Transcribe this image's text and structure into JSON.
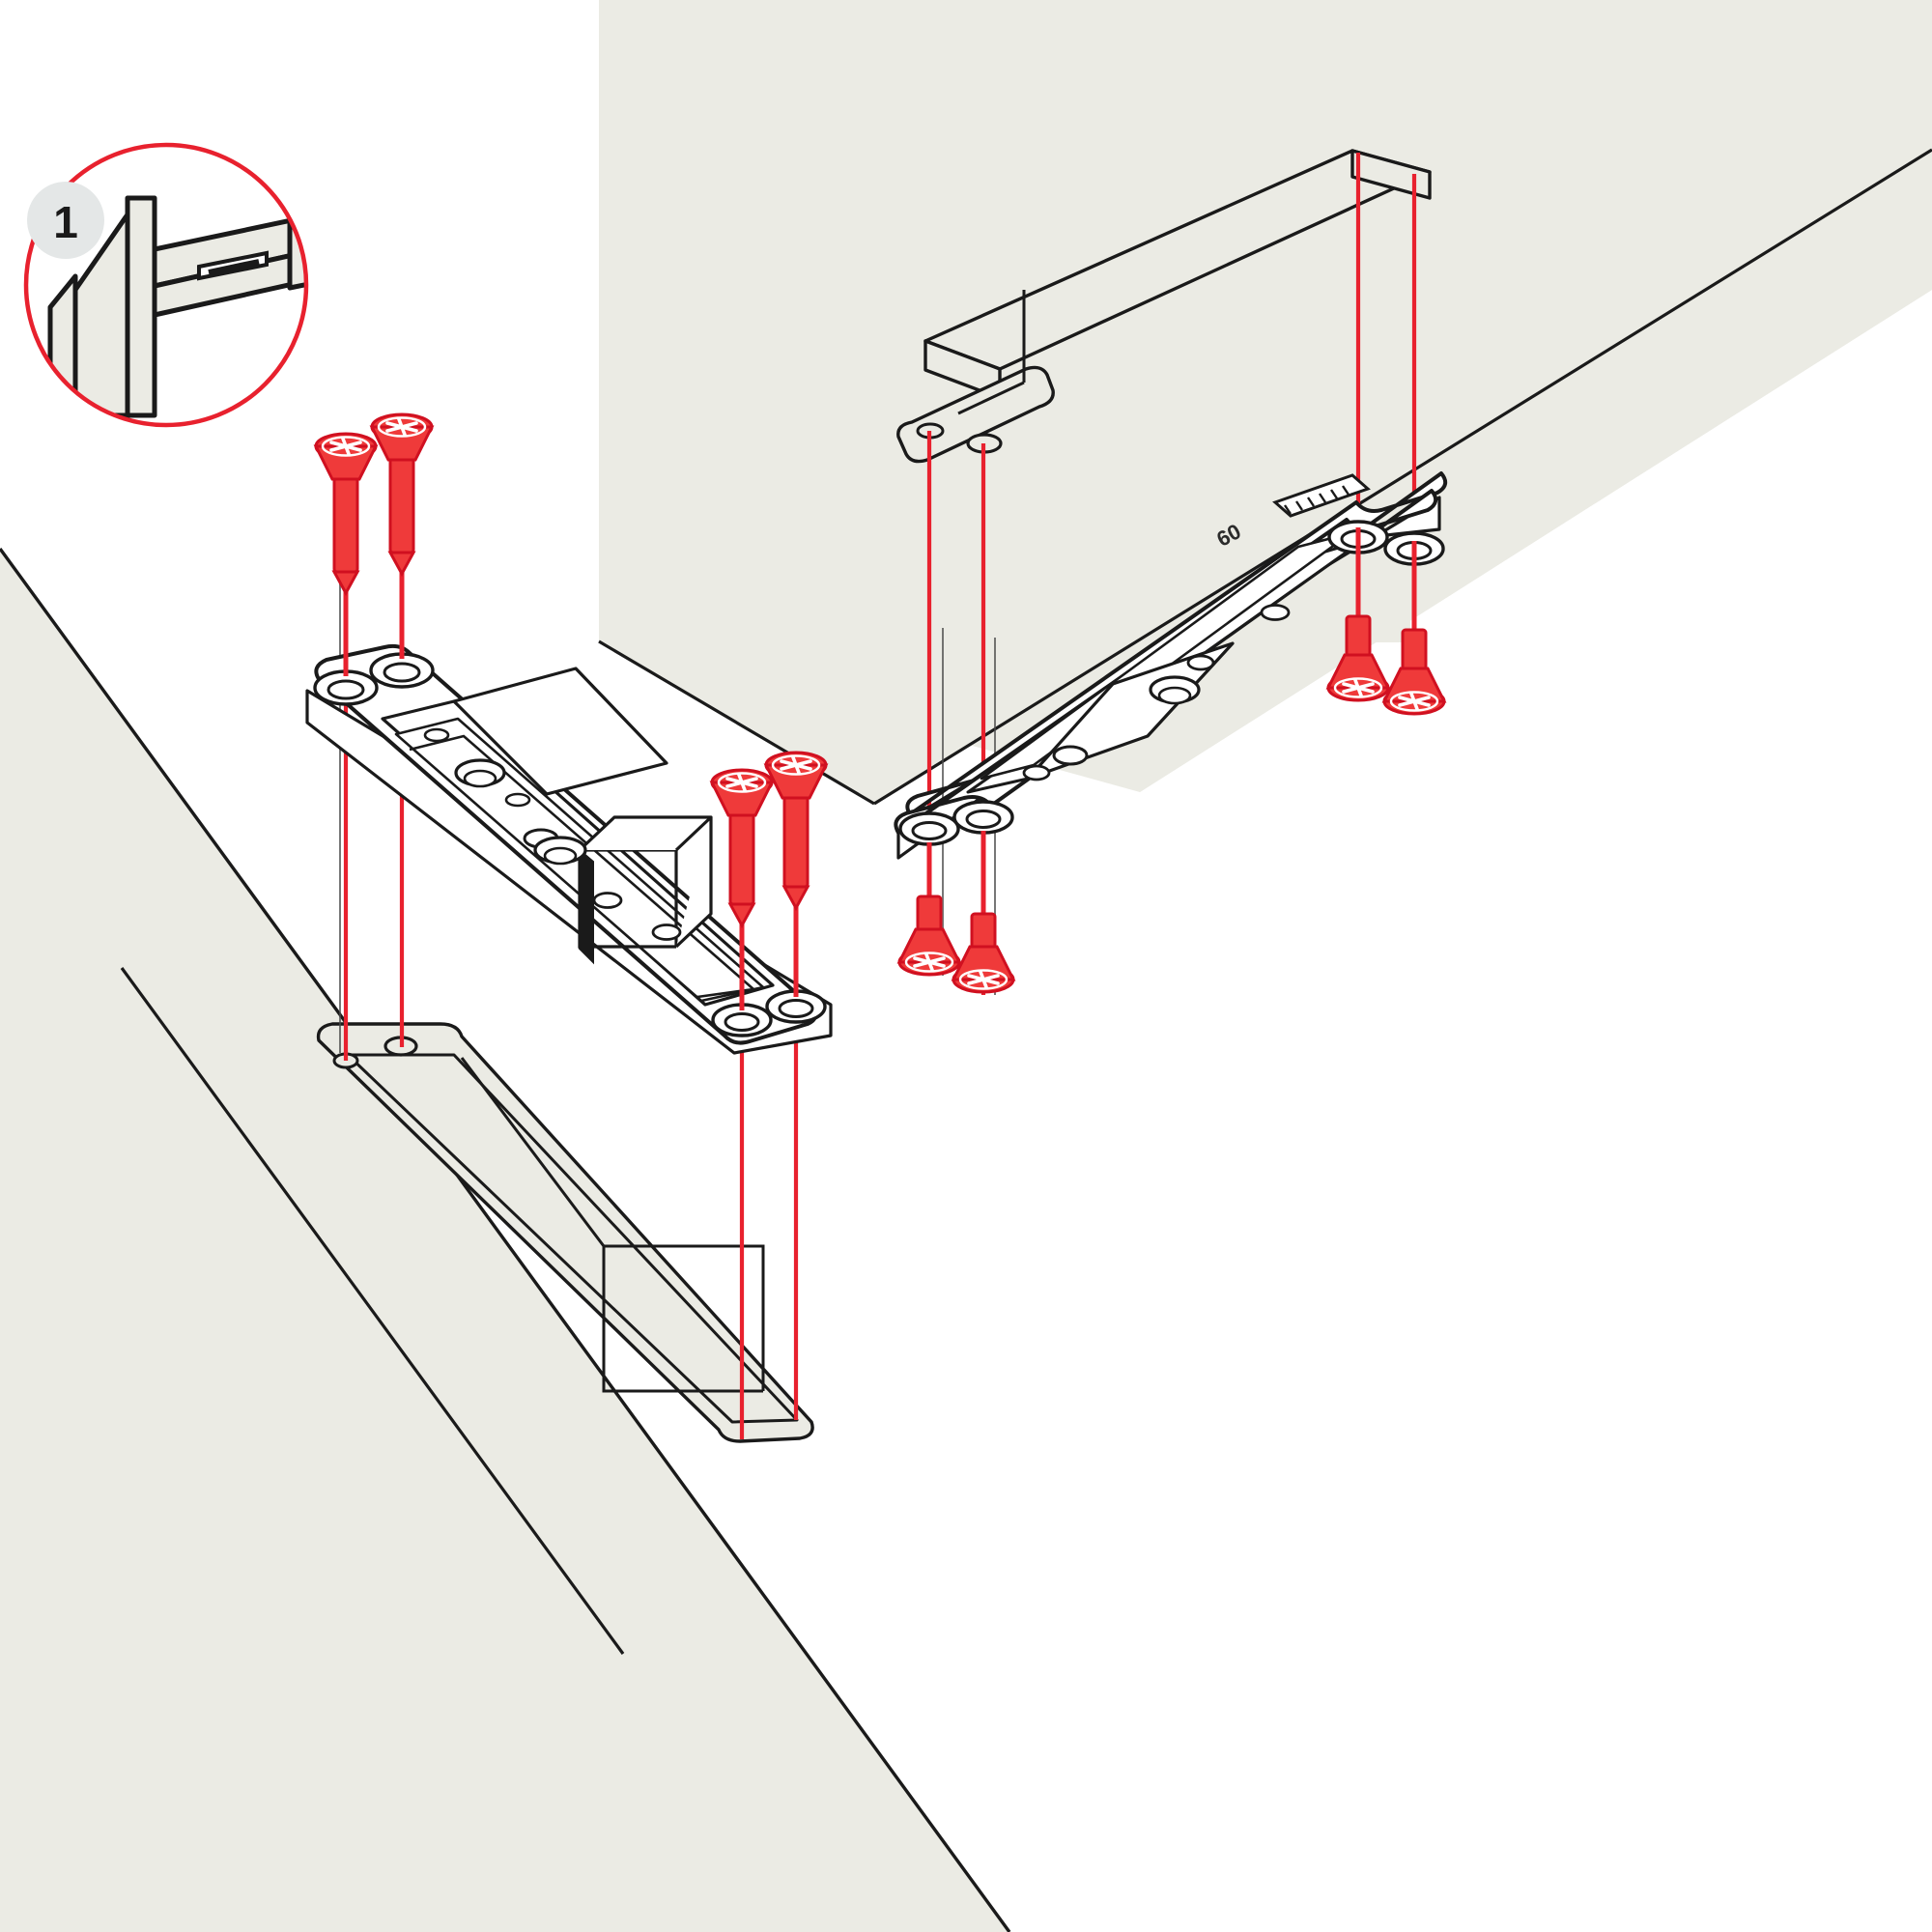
{
  "document": {
    "type": "exploded-assembly-installation-diagram",
    "subject": "Concealed door closer / hinge mounting plate installation",
    "background_color": "#ffffff",
    "panel_fill": "#ebebe4",
    "line_color": "#1a1a1a",
    "accent_color": "#e8212e",
    "screw_color": "#e8212e",
    "callout_badge_color": "#e4e7e7"
  },
  "callout": {
    "number": "1",
    "badge_name": "detail-callout-badge",
    "circle_label": "detail-view-circle",
    "description": "Cross-section detail of door leaf and frame profile engagement"
  },
  "markings": {
    "bracket_right_emboss": "60"
  },
  "parts": [
    {
      "id": "panel-upper-right",
      "name": "door-frame-panel-upper",
      "label": "Upper door frame panel (isometric)",
      "fill": "#ebebe4"
    },
    {
      "id": "panel-lower-left",
      "name": "door-leaf-panel-lower",
      "label": "Lower door leaf panel (isometric)",
      "fill": "#ebebe4"
    },
    {
      "id": "mortise-pocket-left",
      "name": "mortise-pocket-lower-left",
      "label": "Routed mortise pocket with two pilot holes"
    },
    {
      "id": "mortise-pocket-right",
      "name": "mortise-pocket-upper-right",
      "label": "Routed mortise pocket with two pilot holes"
    },
    {
      "id": "bracket-left",
      "name": "mounting-bracket-left",
      "label": "Left mounting bracket / closer body plate"
    },
    {
      "id": "bracket-right",
      "name": "mounting-bracket-right",
      "label": "Right mounting bracket / closer body plate"
    }
  ],
  "fasteners": [
    {
      "id": "screw-1",
      "name": "countersunk-screw-upper-left-a",
      "head": "pozidriv-countersunk",
      "color": "#e8212e"
    },
    {
      "id": "screw-2",
      "name": "countersunk-screw-upper-left-b",
      "head": "pozidriv-countersunk",
      "color": "#e8212e"
    },
    {
      "id": "screw-3",
      "name": "countersunk-screw-center-a",
      "head": "pozidriv-countersunk",
      "color": "#e8212e"
    },
    {
      "id": "screw-4",
      "name": "countersunk-screw-center-b",
      "head": "pozidriv-countersunk",
      "color": "#e8212e"
    },
    {
      "id": "screw-5",
      "name": "countersunk-screw-right-upper-a",
      "head": "pozidriv-countersunk",
      "color": "#e8212e"
    },
    {
      "id": "screw-6",
      "name": "countersunk-screw-right-upper-b",
      "head": "pozidriv-countersunk",
      "color": "#e8212e"
    },
    {
      "id": "screw-7",
      "name": "countersunk-screw-right-lower-a",
      "head": "pozidriv-countersunk",
      "color": "#e8212e"
    },
    {
      "id": "screw-8",
      "name": "countersunk-screw-right-lower-b",
      "head": "pozidriv-countersunk",
      "color": "#e8212e"
    }
  ],
  "assembly_axes": {
    "name": "red-alignment-axes",
    "count": 8,
    "color": "#e8212e",
    "description": "Vertical red centre-lines showing screw insertion paths from bracket holes into panel pilot holes"
  }
}
